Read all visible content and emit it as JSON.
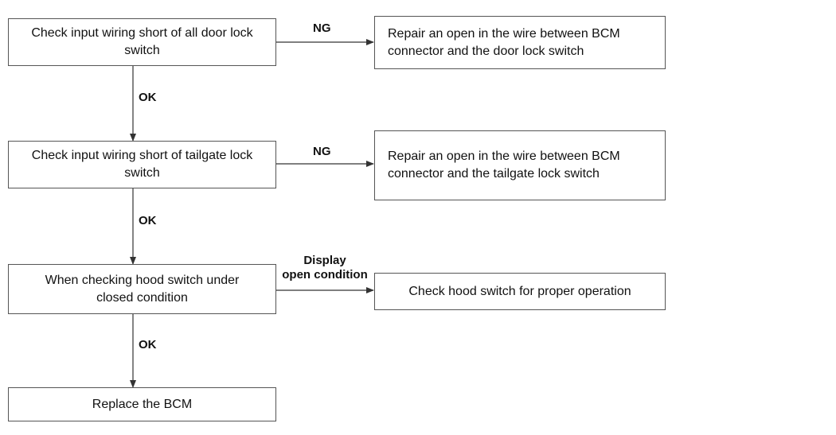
{
  "steps": [
    {
      "check": "Check input wiring short of all door lock switch",
      "branch_label": "NG",
      "result": "Repair an open in the wire between BCM connector and the door lock switch",
      "next_label": "OK"
    },
    {
      "check": "Check input wiring short of tailgate lock switch",
      "branch_label": "NG",
      "result": "Repair an open in the wire between BCM connector and the tailgate lock switch",
      "next_label": "OK"
    },
    {
      "check": "When checking hood switch under closed condition",
      "branch_label_line1": "Display",
      "branch_label_line2": "open condition",
      "result": "Check hood switch for proper operation",
      "next_label": "OK"
    }
  ],
  "final_step": "Replace the BCM",
  "colors": {
    "line": "#333333",
    "border": "#555555"
  }
}
